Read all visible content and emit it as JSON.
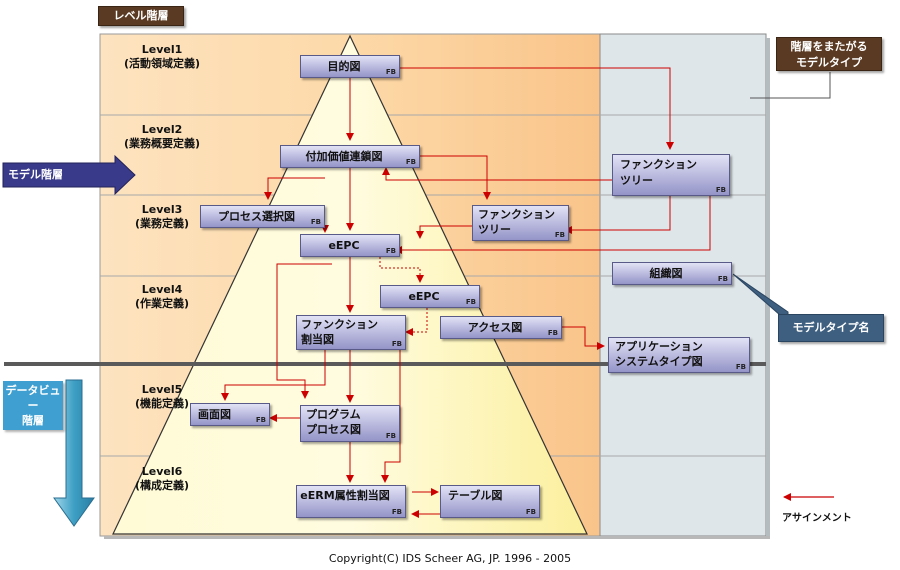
{
  "header": {
    "title": "レベル階層"
  },
  "cross_level": {
    "label_line1": "階層をまたがる",
    "label_line2": "モデルタイプ"
  },
  "model_hierarchy": {
    "label": "モデル階層"
  },
  "data_view": {
    "label_line1": "データビュー",
    "label_line2": "階層"
  },
  "model_type_name": {
    "label": "モデルタイプ名"
  },
  "assignment": {
    "label": "アサインメント"
  },
  "levels": [
    {
      "name": "Level1",
      "desc": "(活動領域定義)"
    },
    {
      "name": "Level2",
      "desc": "(業務概要定義)"
    },
    {
      "name": "Level3",
      "desc": "(業務定義)"
    },
    {
      "name": "Level4",
      "desc": "(作業定義)"
    },
    {
      "name": "Level5",
      "desc": "(機能定義)"
    },
    {
      "name": "Level6",
      "desc": "(構成定義)"
    }
  ],
  "nodes": {
    "objective": {
      "label": "目的図",
      "badge": "FB"
    },
    "value_chain": {
      "label": "付加価値連鎖図",
      "badge": "FB"
    },
    "process_selection": {
      "label": "プロセス選択図",
      "badge": "FB"
    },
    "function_tree_inner": {
      "line1": "ファンクション",
      "line2": "ツリー",
      "badge": "FB"
    },
    "function_tree_right": {
      "line1": "ファンクション",
      "line2": "ツリー",
      "badge": "FB"
    },
    "epc3": {
      "label": "eEPC",
      "badge": "FB"
    },
    "epc4": {
      "label": "eEPC",
      "badge": "FB"
    },
    "org_chart": {
      "label": "組織図",
      "badge": "FB"
    },
    "function_allocation": {
      "line1": "ファンクション",
      "line2": "割当図",
      "badge": "FB"
    },
    "access": {
      "label": "アクセス図",
      "badge": "FB"
    },
    "app_system_type": {
      "line1": "アプリケーション",
      "line2": "システムタイプ図",
      "badge": "FB"
    },
    "screen": {
      "label": "画面図",
      "badge": "FB"
    },
    "program_process": {
      "line1": "プログラム",
      "line2": "プロセス図",
      "badge": "FB"
    },
    "erm_attr": {
      "label": "eERM属性割当図",
      "badge": "FB"
    },
    "table": {
      "label": "テーブル図",
      "badge": "FB"
    }
  },
  "footer": {
    "copyright": "Copyright(C) IDS Scheer AG, JP. 1996 - 2005"
  },
  "colors": {
    "arrow": "#cc0000",
    "band": "#fde6c4",
    "band_mid": "#f9c98e",
    "pyramid": "#fffcc8",
    "right_panel": "#dfe6ea",
    "hierarchy_arrow": "#3a3a8a"
  }
}
